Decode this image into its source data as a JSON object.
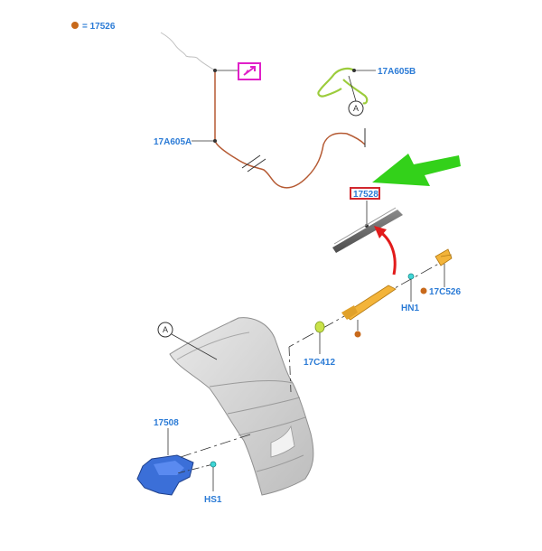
{
  "colors": {
    "callout_blue": "#2b7bd6",
    "note_dot": "#c8691b",
    "arrow_green": "#33d11a",
    "arrow_red": "#e21b1b",
    "highlight_box": "#d2282e",
    "icon_magenta": "#e020c8",
    "harness_orange": "#b55a33",
    "harness_green": "#9ccc3c",
    "motor_blue": "#3b6fd8",
    "nozzle_yellow": "#f3b43a",
    "tailgate_grey": "#d9d9d9"
  },
  "legend": {
    "dot_icon": "orange-dot",
    "label": "= 17526"
  },
  "callouts": {
    "c_17A605B": "17A605B",
    "c_17A605A": "17A605A",
    "c_17528": "17528",
    "c_17C526": "17C526",
    "c_HN1": "HN1",
    "c_17C412": "17C412",
    "c_17508": "17508",
    "c_HS1": "HS1"
  },
  "circles": {
    "top": "A",
    "tailgate": "A"
  },
  "icons": {
    "magenta_box": "external-link-icon",
    "green_arrow": "pointer-arrow-icon",
    "red_arrow": "curved-arrow-icon"
  }
}
